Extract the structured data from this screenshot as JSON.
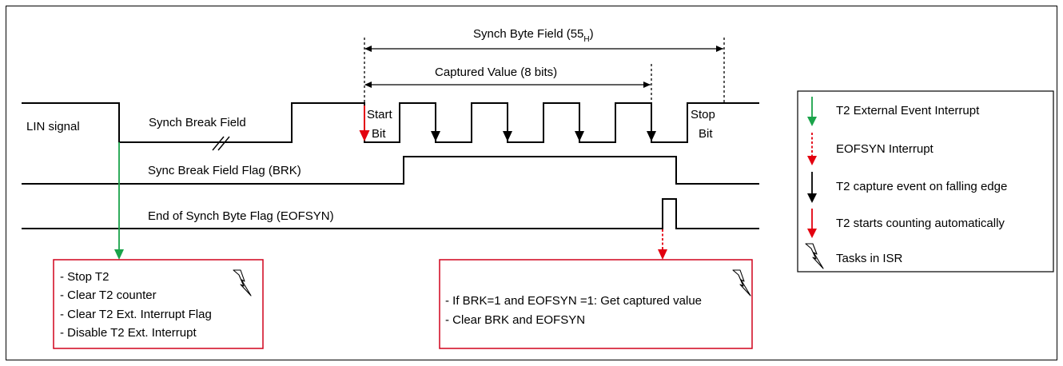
{
  "colors": {
    "green_arrow": "#1aa34a",
    "red_arrow": "#e3000f",
    "box_border": "#d0021b"
  },
  "signals": {
    "lin": "LIN signal",
    "synch_break_field": "Synch Break Field",
    "brk_flag": "Sync Break Field Flag (BRK)",
    "eofsyn_flag": "End of Synch Byte Flag (EOFSYN)",
    "start": "Start",
    "start_bit": "Bit",
    "stop": "Stop",
    "stop_bit": "Bit"
  },
  "dimensions": {
    "synch_byte_field": "Synch Byte Field (55",
    "synch_byte_sub": "H",
    "synch_byte_close": ")",
    "captured_value": "Captured Value (8 bits)"
  },
  "isr_left": {
    "lines": [
      "- Stop T2",
      "- Clear T2 counter",
      "- Clear T2 Ext. Interrupt Flag",
      "- Disable T2 Ext. Interrupt"
    ]
  },
  "isr_right": {
    "lines": [
      "- If BRK=1 and EOFSYN =1: Get captured value",
      "- Clear BRK and EOFSYN"
    ]
  },
  "legend": {
    "items": [
      {
        "icon": "green-arrow-icon",
        "label": "T2 External Event Interrupt"
      },
      {
        "icon": "red-dashed-arrow-icon",
        "label": "EOFSYN Interrupt"
      },
      {
        "icon": "black-arrow-icon",
        "label": "T2 capture event on falling edge"
      },
      {
        "icon": "red-arrow-icon",
        "label": "T2 starts counting automatically"
      },
      {
        "icon": "lightning-icon",
        "label": "Tasks in ISR"
      }
    ]
  }
}
